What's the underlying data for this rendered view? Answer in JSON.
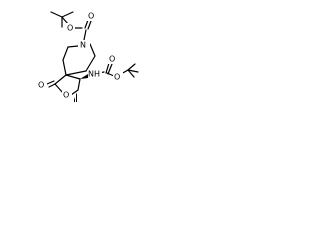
{
  "molecule": {
    "atoms": {
      "n_piperidine": "N",
      "o_carbonyl_top": "O",
      "o_ester_top": "O",
      "o_lactone_carbonyl": "O",
      "o_lactone_ring": "O",
      "nh_carbamate": "NH",
      "o_carbamate_carbonyl": "O",
      "o_carbamate_ester": "O"
    }
  }
}
